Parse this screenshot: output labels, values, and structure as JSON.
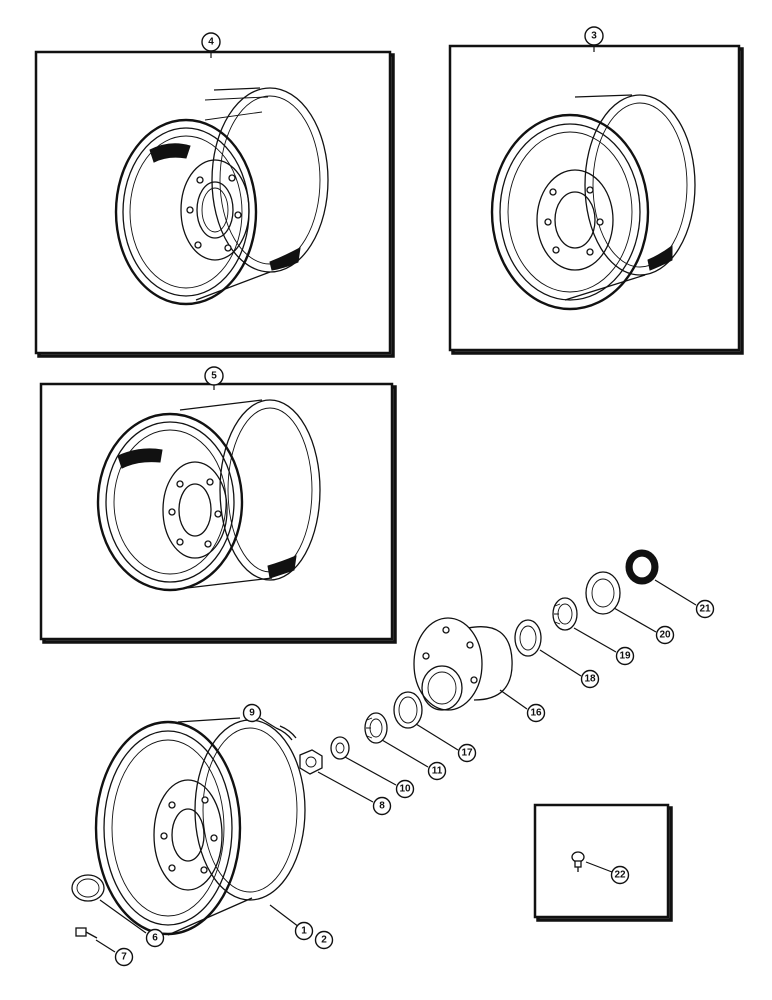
{
  "diagram": {
    "panel_labels": {
      "wheel_4": "4",
      "wheel_3": "3",
      "wheel_5": "5"
    },
    "callouts": {
      "rim": "1",
      "rim_alt": "2",
      "hub_cap": "6",
      "bolt": "7",
      "nut": "8",
      "cotter_pin": "9",
      "washer": "10",
      "outer_bearing_cone": "11",
      "outer_bearing_cup": "17",
      "hub": "16",
      "inner_bearing_cup": "18",
      "inner_bearing_cone": "19",
      "seal_retainer": "20",
      "seal": "21",
      "grease_fitting": "22"
    }
  }
}
